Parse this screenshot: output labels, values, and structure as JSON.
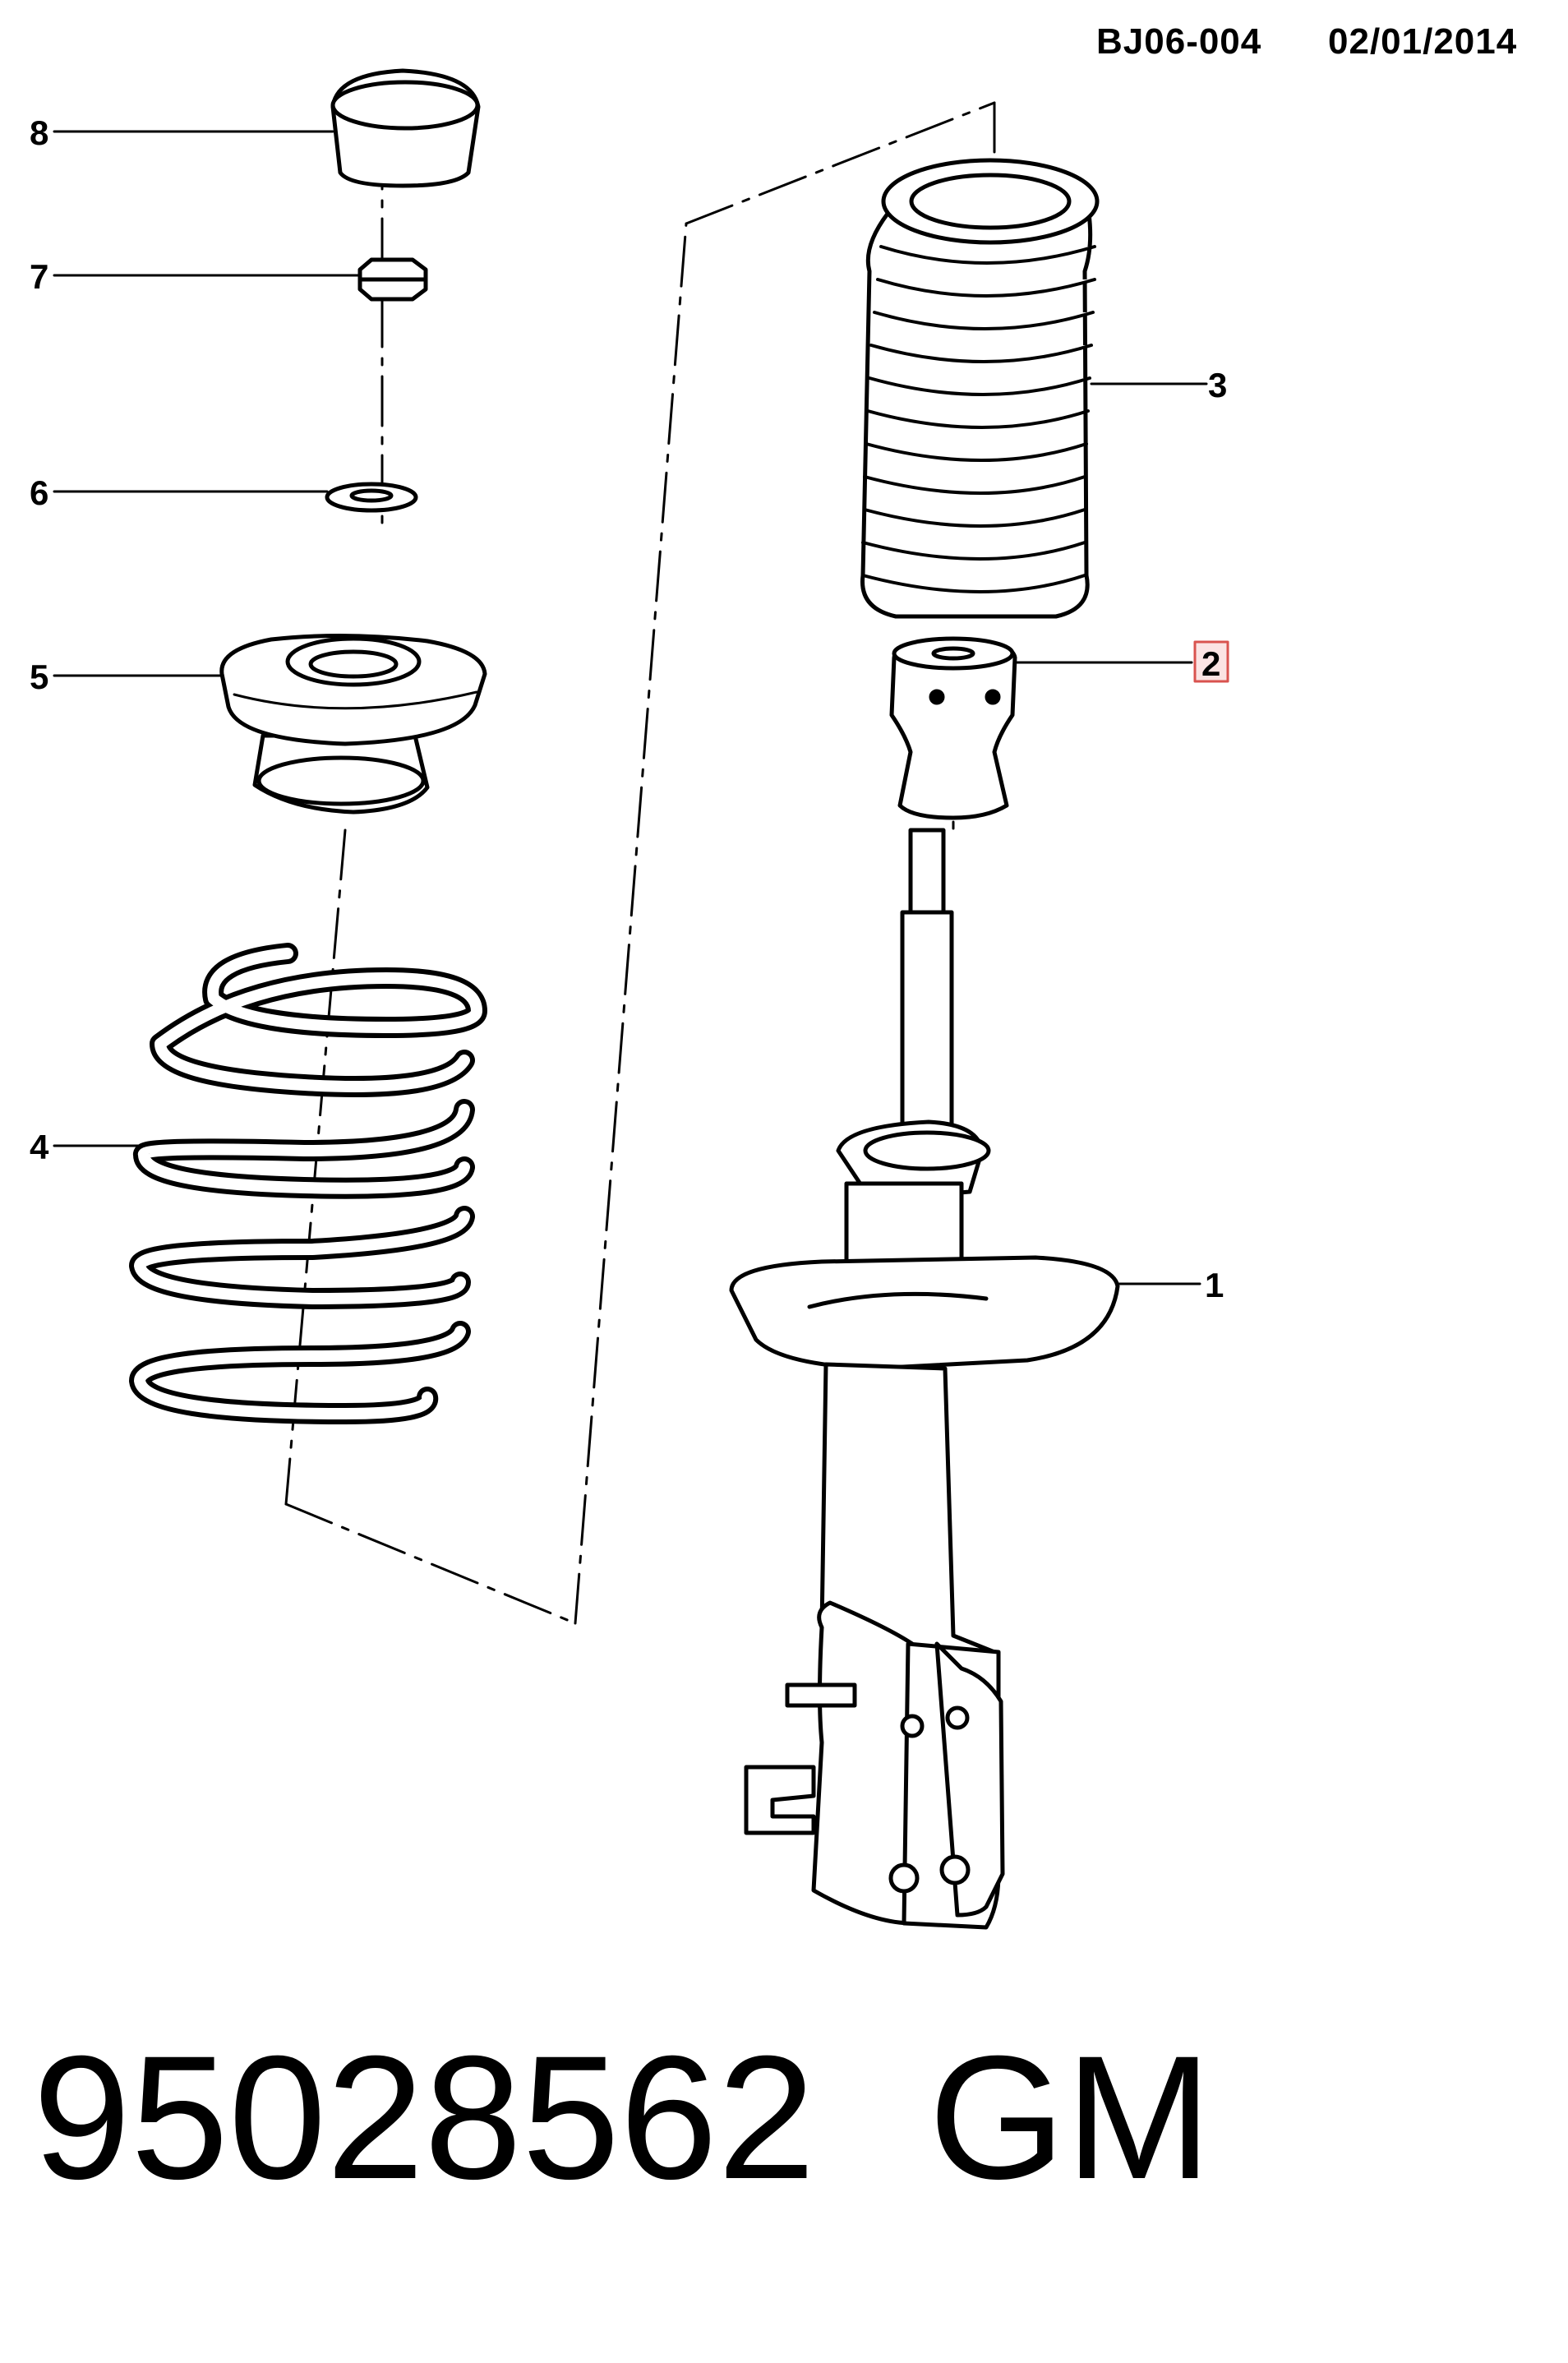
{
  "header": {
    "code": "BJ06-004",
    "date": "02/01/2014"
  },
  "callouts": [
    {
      "id": "8",
      "part": "dust-cap",
      "highlighted": false
    },
    {
      "id": "7",
      "part": "nut",
      "highlighted": false
    },
    {
      "id": "6",
      "part": "washer",
      "highlighted": false
    },
    {
      "id": "5",
      "part": "strut-mount",
      "highlighted": false
    },
    {
      "id": "4",
      "part": "coil-spring",
      "highlighted": false
    },
    {
      "id": "3",
      "part": "dust-boot",
      "highlighted": false
    },
    {
      "id": "2",
      "part": "bump-stop",
      "highlighted": true
    },
    {
      "id": "1",
      "part": "strut-assembly",
      "highlighted": false
    }
  ],
  "highlight_color": "#d9534f",
  "highlight_fill": "#fbe3e3",
  "footer": {
    "part_number": "95028562",
    "brand": "GM"
  }
}
